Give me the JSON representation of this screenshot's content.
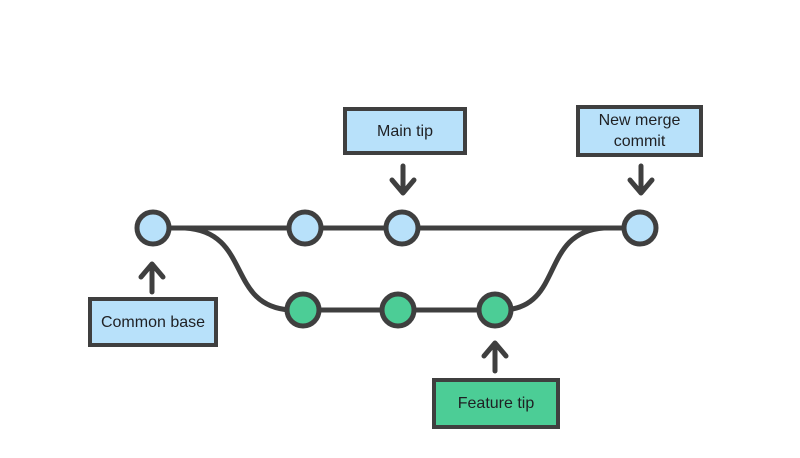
{
  "diagram": {
    "type": "git-merge-branch-diagram",
    "background": "#FFFFFF",
    "colors": {
      "stroke": "#3F3F3F",
      "main_branch_fill": "#B8E1FA",
      "feature_branch_fill": "#4CCD96",
      "label_text": "#1F2023"
    },
    "labels": {
      "main_tip": "Main tip",
      "new_merge_commit": "New merge commit",
      "common_base": "Common base",
      "feature_tip": "Feature tip"
    },
    "branches": [
      {
        "name": "main",
        "node_color": "#B8E1FA",
        "node_count": 4
      },
      {
        "name": "feature",
        "node_color": "#4CCD96",
        "node_count": 3
      }
    ],
    "annotations": [
      {
        "label": "Common base",
        "target": "first commit on main line",
        "arrow_direction": "up"
      },
      {
        "label": "Main tip",
        "target": "third commit on main line",
        "arrow_direction": "down"
      },
      {
        "label": "Feature tip",
        "target": "last commit on feature line",
        "arrow_direction": "up"
      },
      {
        "label": "New merge commit",
        "target": "last commit on main line",
        "arrow_direction": "down"
      }
    ]
  }
}
